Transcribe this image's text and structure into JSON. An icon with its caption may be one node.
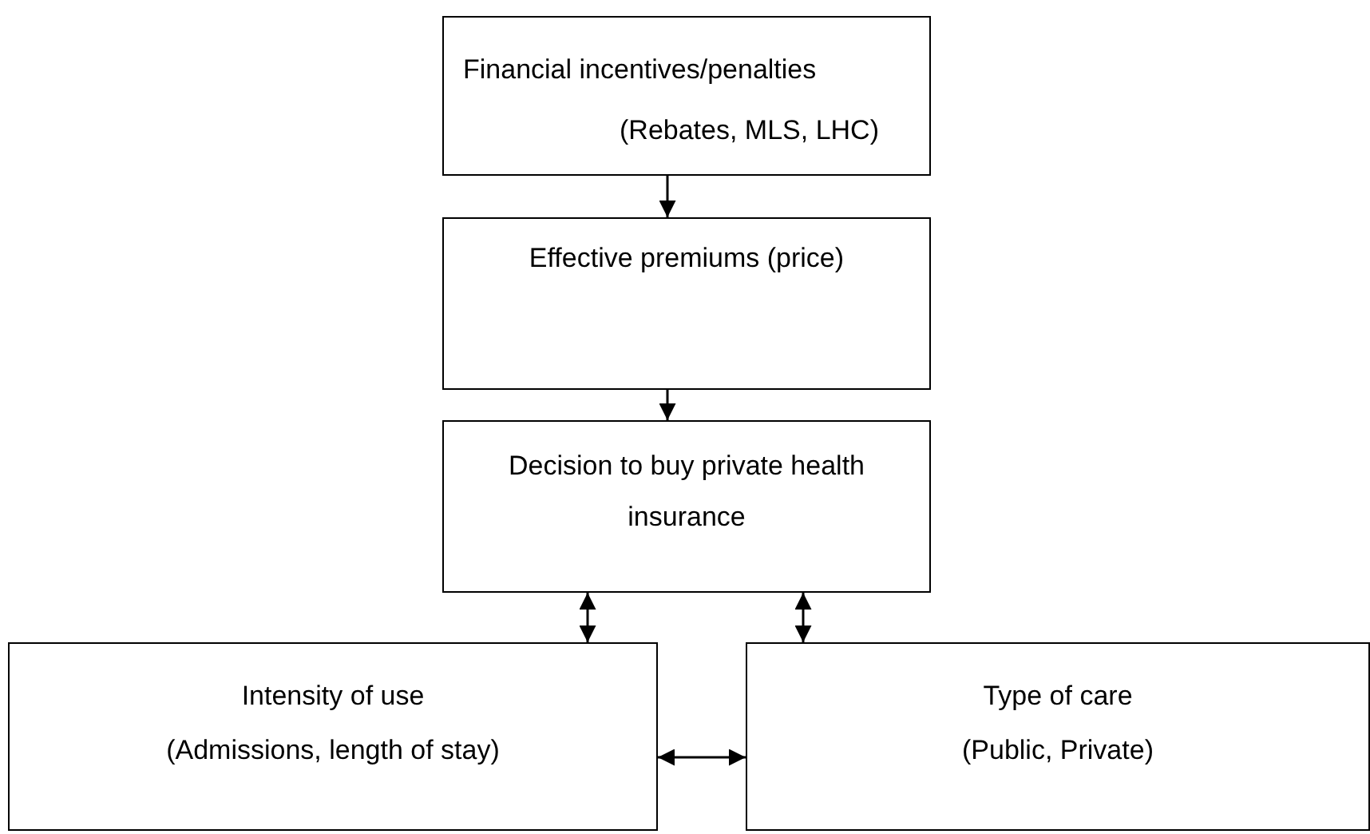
{
  "diagram": {
    "nodes": [
      {
        "text": [
          "Financial incentives/penalties",
          "(Rebates, MLS, LHC)"
        ]
      },
      {
        "text": [
          "Effective premiums (price)"
        ]
      },
      {
        "text": [
          "Decision to buy private health insurance"
        ]
      },
      {
        "text": [
          "Intensity of use",
          "(Admissions, length of stay)"
        ]
      },
      {
        "text": [
          "Type of care",
          "(Public, Private)"
        ]
      }
    ],
    "edges": [
      {
        "from": 0,
        "to": 1,
        "arrow": "to"
      },
      {
        "from": 1,
        "to": 2,
        "arrow": "to"
      },
      {
        "from": 2,
        "to": 3,
        "arrow": "both"
      },
      {
        "from": 2,
        "to": 4,
        "arrow": "both"
      },
      {
        "from": 3,
        "to": 4,
        "arrow": "both"
      }
    ]
  }
}
